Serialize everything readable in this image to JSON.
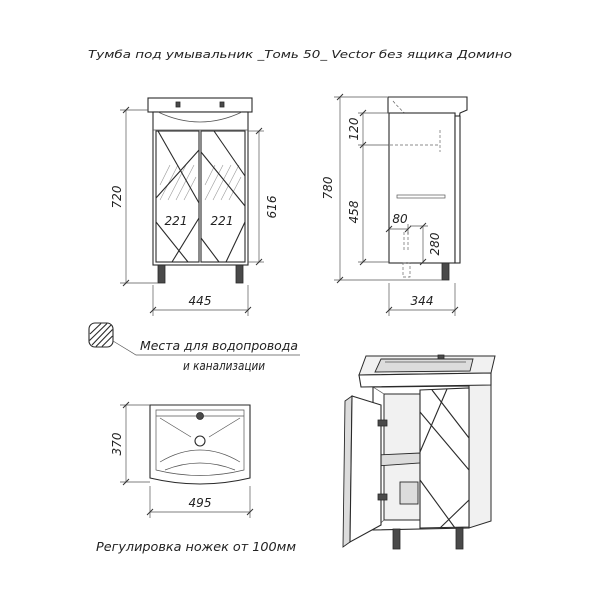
{
  "title": "Тумба под умывальник _Томь 50_ Vector без ящика Домино",
  "front_view": {
    "height": "720",
    "door_height": "616",
    "door_left_width": "221",
    "door_right_width": "221",
    "width": "445"
  },
  "side_view": {
    "height": "780",
    "upper_offset": "120",
    "lower_height": "458",
    "pipe_offset": "80",
    "pipe_height": "280",
    "depth": "344"
  },
  "legend": {
    "line1": "Места для водопровода",
    "line2": "и канализации"
  },
  "top_view": {
    "depth": "370",
    "width": "495"
  },
  "caption": "Регулировка ножек от 100мм"
}
